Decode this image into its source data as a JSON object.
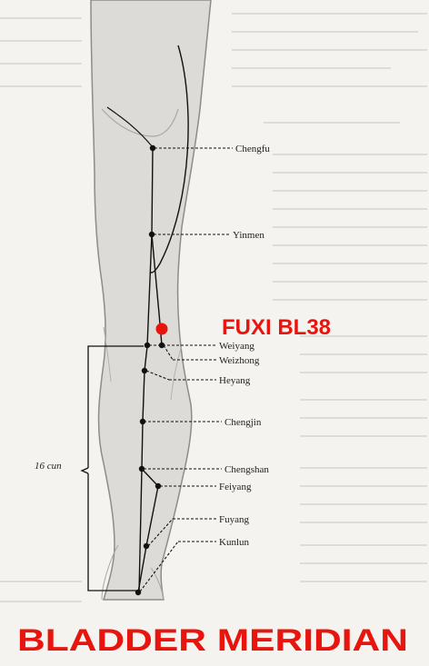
{
  "title": "BLADDER MERIDIAN",
  "highlight": {
    "label": "FUXI BL38",
    "color": "#e8140e"
  },
  "measure_label": "16 cun",
  "points": [
    {
      "id": "chengfu",
      "name": "Chengfu"
    },
    {
      "id": "yinmen",
      "name": "Yinmen"
    },
    {
      "id": "weiyang",
      "name": "Weiyang"
    },
    {
      "id": "weizhong",
      "name": "Weizhong"
    },
    {
      "id": "heyang",
      "name": "Heyang"
    },
    {
      "id": "chengjin",
      "name": "Chengjin"
    },
    {
      "id": "chengshan",
      "name": "Chengshan"
    },
    {
      "id": "feiyang",
      "name": "Feiyang"
    },
    {
      "id": "fuyang",
      "name": "Fuyang"
    },
    {
      "id": "kunlun",
      "name": "Kunlun"
    }
  ]
}
